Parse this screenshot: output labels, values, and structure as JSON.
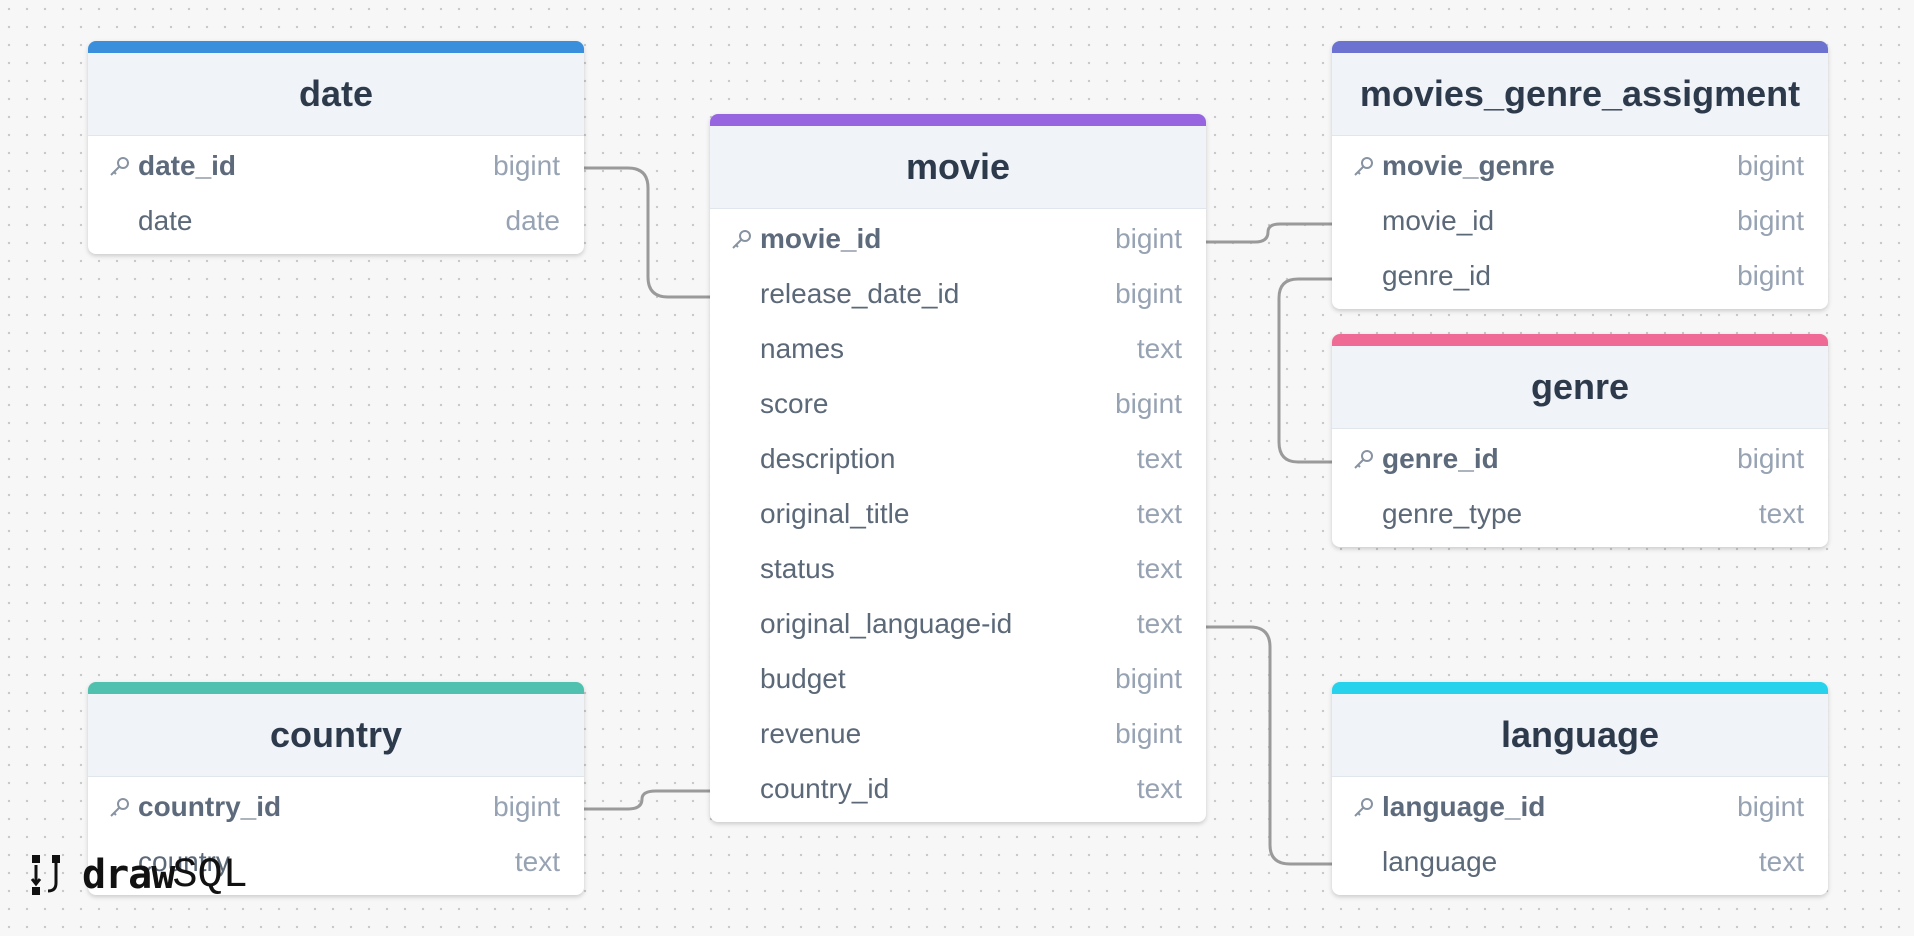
{
  "tables": {
    "date": {
      "name": "date",
      "color": "#3a8fdc",
      "rows": [
        {
          "name": "date_id",
          "type": "bigint",
          "pk": true
        },
        {
          "name": "date",
          "type": "date",
          "pk": false
        }
      ]
    },
    "movie": {
      "name": "movie",
      "color": "#9865e0",
      "rows": [
        {
          "name": "movie_id",
          "type": "bigint",
          "pk": true
        },
        {
          "name": "release_date_id",
          "type": "bigint",
          "pk": false
        },
        {
          "name": "names",
          "type": "text",
          "pk": false
        },
        {
          "name": "score",
          "type": "bigint",
          "pk": false
        },
        {
          "name": "description",
          "type": "text",
          "pk": false
        },
        {
          "name": "original_title",
          "type": "text",
          "pk": false
        },
        {
          "name": "status",
          "type": "text",
          "pk": false
        },
        {
          "name": "original_language-id",
          "type": "text",
          "pk": false
        },
        {
          "name": "budget",
          "type": "bigint",
          "pk": false
        },
        {
          "name": "revenue",
          "type": "bigint",
          "pk": false
        },
        {
          "name": "country_id",
          "type": "text",
          "pk": false
        }
      ]
    },
    "mga": {
      "name": "movies_genre_assigment",
      "color": "#6b72d0",
      "rows": [
        {
          "name": "movie_genre",
          "type": "bigint",
          "pk": true
        },
        {
          "name": "movie_id",
          "type": "bigint",
          "pk": false
        },
        {
          "name": "genre_id",
          "type": "bigint",
          "pk": false
        }
      ]
    },
    "genre": {
      "name": "genre",
      "color": "#ef6a94",
      "rows": [
        {
          "name": "genre_id",
          "type": "bigint",
          "pk": true
        },
        {
          "name": "genre_type",
          "type": "text",
          "pk": false
        }
      ]
    },
    "country": {
      "name": "country",
      "color": "#4fc1ae",
      "rows": [
        {
          "name": "country_id",
          "type": "bigint",
          "pk": true
        },
        {
          "name": "country",
          "type": "text",
          "pk": false
        }
      ]
    },
    "language": {
      "name": "language",
      "color": "#27d3ec",
      "rows": [
        {
          "name": "language_id",
          "type": "bigint",
          "pk": true
        },
        {
          "name": "language",
          "type": "text",
          "pk": false
        }
      ]
    }
  },
  "logo": {
    "part1": "draw",
    "part2": "SQL"
  }
}
